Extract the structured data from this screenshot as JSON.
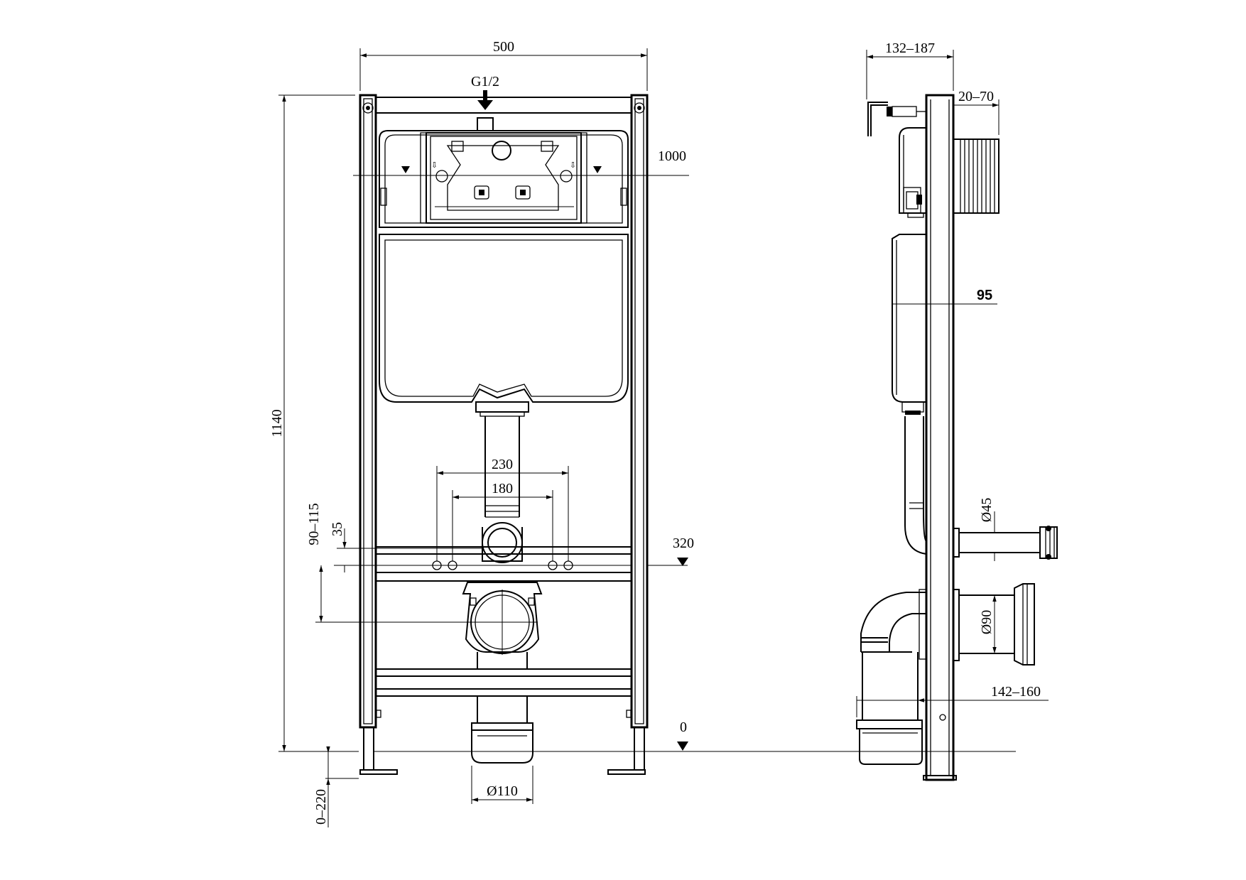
{
  "front_view": {
    "width_label": "500",
    "height_label": "1140",
    "inlet_label": "G1/2",
    "actuator_height_label": "1000",
    "outer_spacing_label": "230",
    "inner_spacing_label": "180",
    "drain_offset_label": "90–115",
    "offset_35_label": "35",
    "level_320_label": "320",
    "level_0_label": "0",
    "foot_label": "0–220",
    "drain_diameter_label": "Ø110"
  },
  "side_view": {
    "depth_label": "132–187",
    "wall_label": "20–70",
    "cistern_label": "95",
    "supply_diameter_label": "Ø45",
    "drain_diameter_label": "Ø90",
    "projection_label": "142–160"
  }
}
